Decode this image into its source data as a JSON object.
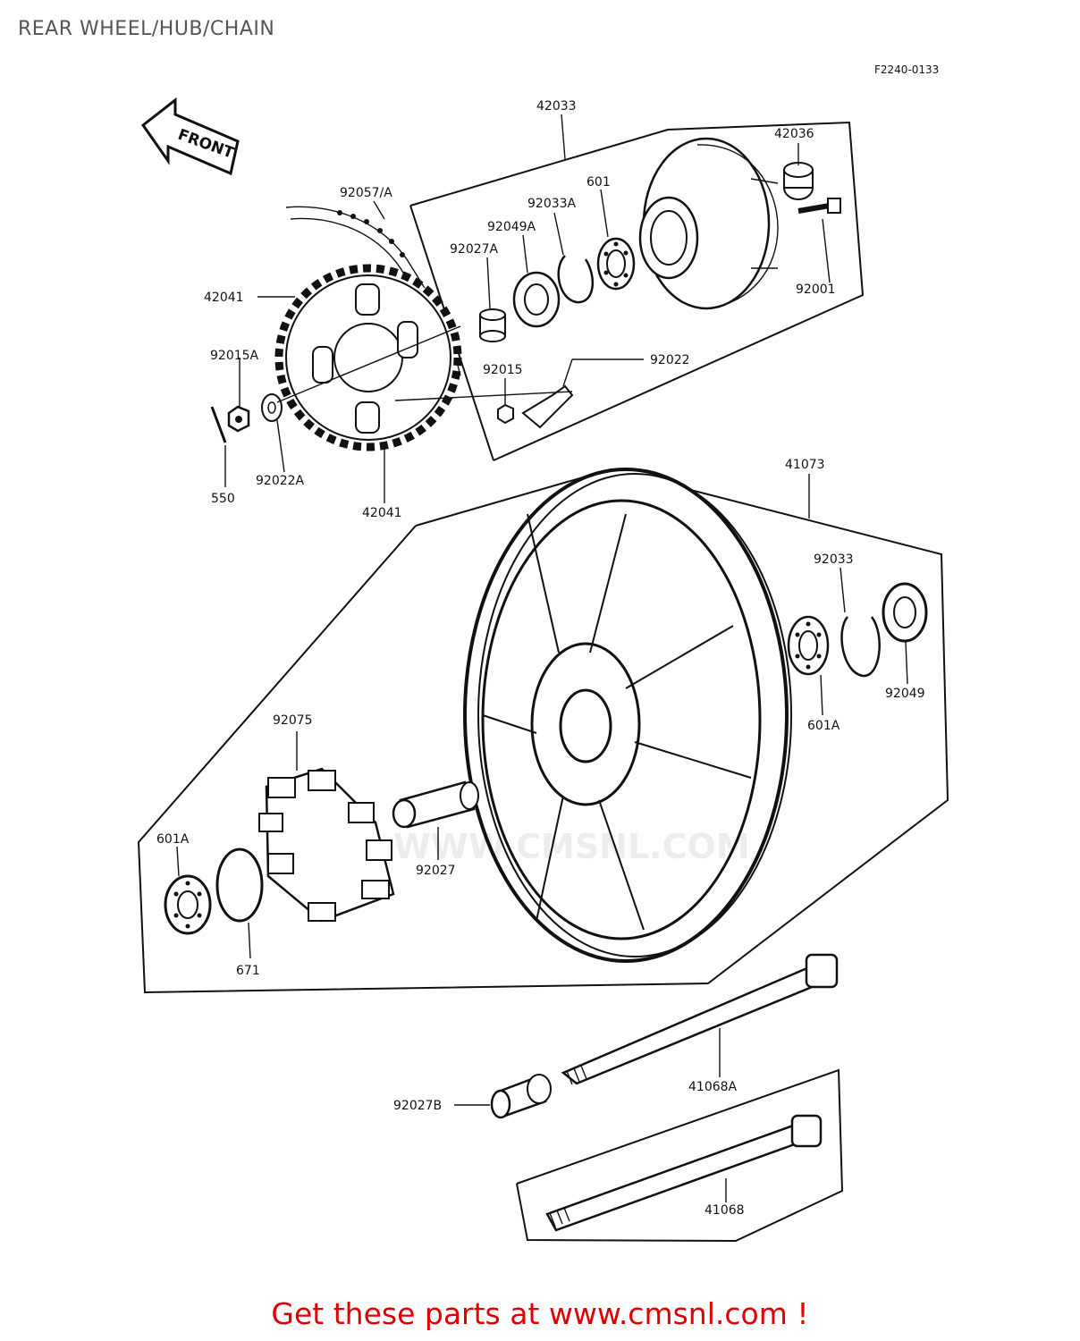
{
  "header": {
    "title": "REAR WHEEL/HUB/CHAIN",
    "diagram_code": "F2240-0133"
  },
  "front_arrow": {
    "label": "FRONT"
  },
  "parts": {
    "p42033": "42033",
    "p42036": "42036",
    "p601": "601",
    "p92033A": "92033A",
    "p92049A": "92049A",
    "p92027A": "92027A",
    "p92057A": "92057/A",
    "p42041_top": "42041",
    "p42041_bottom": "42041",
    "p92001": "92001",
    "p92015A": "92015A",
    "p92015": "92015",
    "p92022": "92022",
    "p92022A": "92022A",
    "p550": "550",
    "p41073": "41073",
    "p92033": "92033",
    "p601A_right": "601A",
    "p92049": "92049",
    "p92075": "92075",
    "p601A_left": "601A",
    "p671": "671",
    "p92027": "92027",
    "p41068A": "41068A",
    "p92027B": "92027B",
    "p41068": "41068"
  },
  "watermark": "WWW.CMSNL.COM",
  "footer": {
    "promo": "Get these parts at www.cmsnl.com !"
  }
}
